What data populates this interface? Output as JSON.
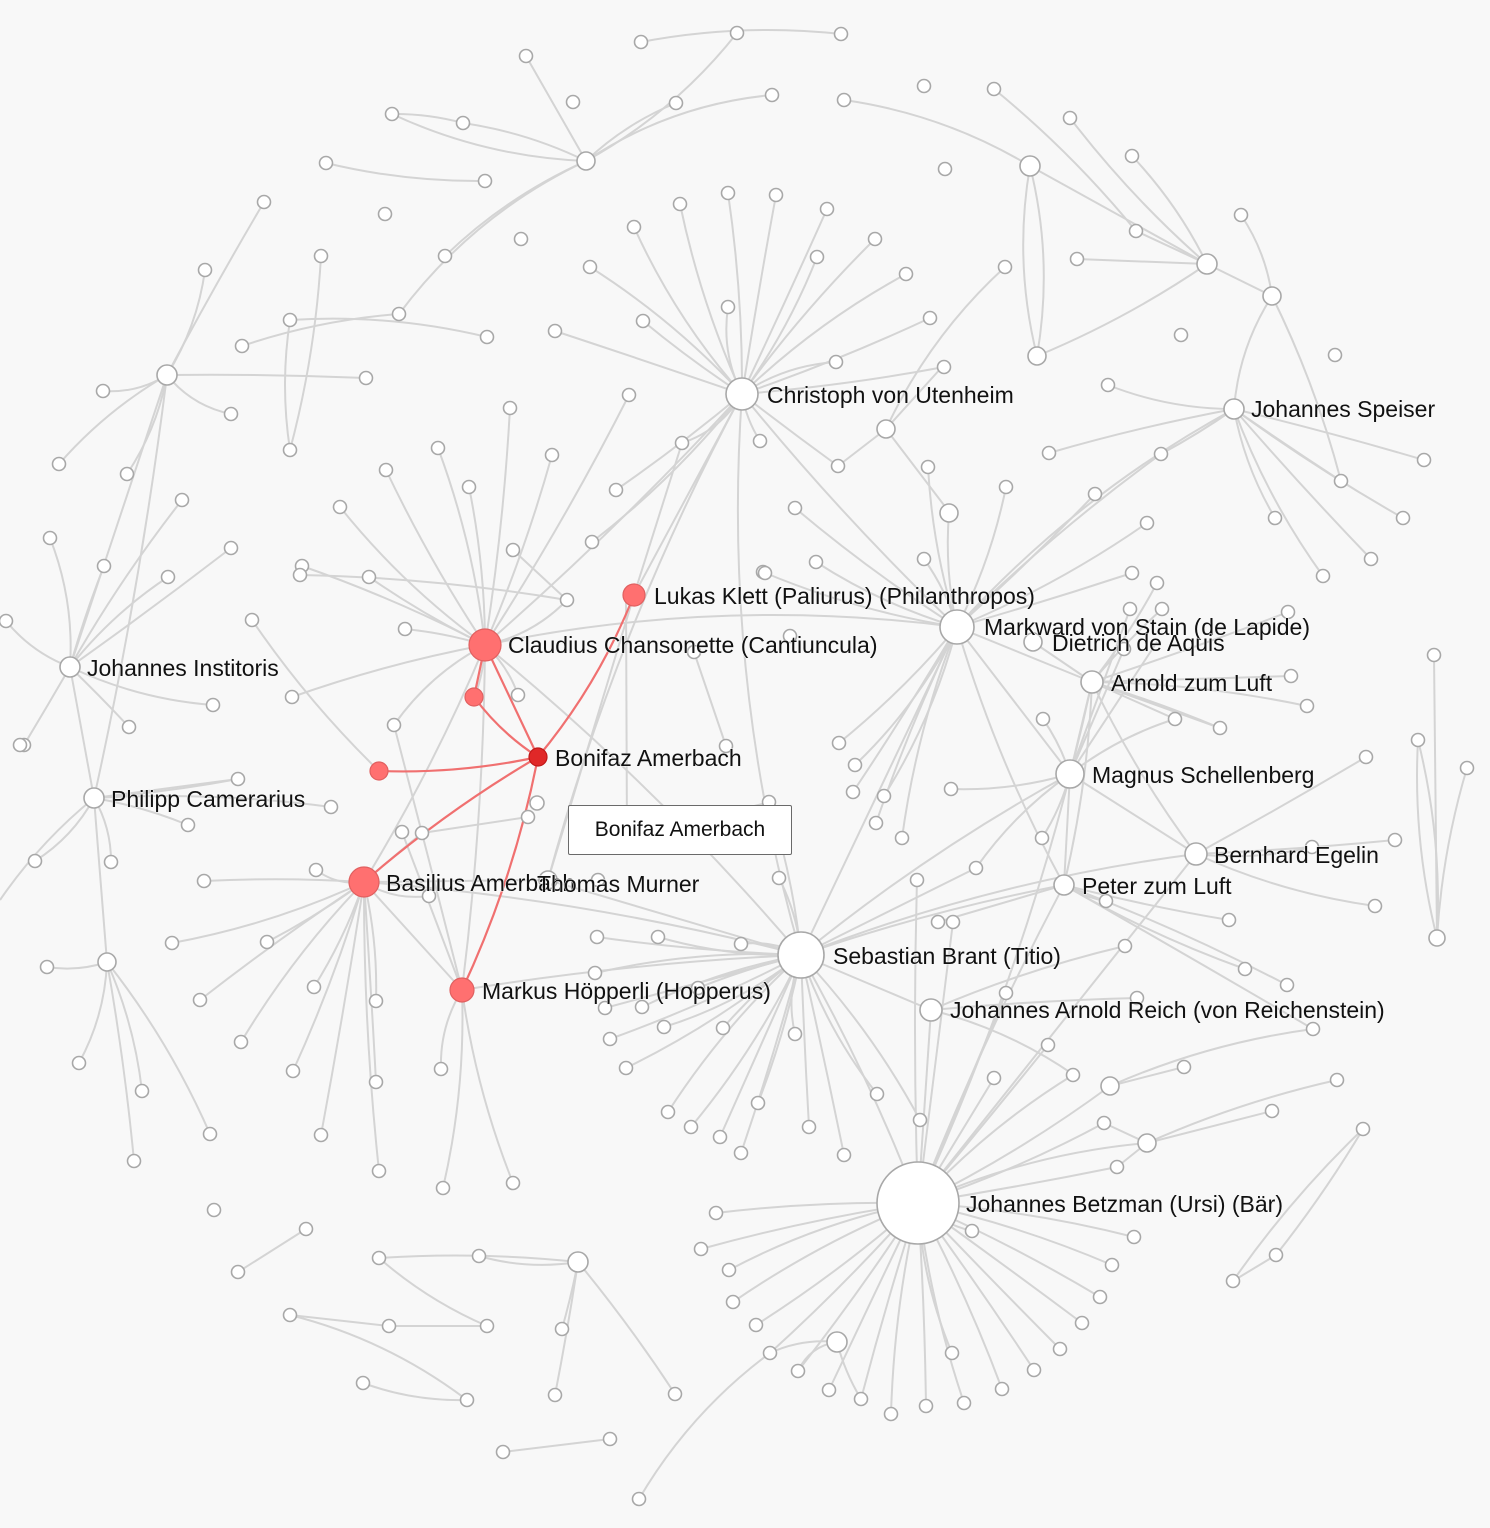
{
  "graph": {
    "highlight_color": "#ff7070",
    "selected_color": "#e02828",
    "selected_node": "Bonifaz Amerbach",
    "labels": [
      "Christoph von Utenheim",
      "Johannes Speiser",
      "Lukas Klett (Paliurus) (Philanthropos)",
      "Markward von Stain (de Lapide)",
      "Dietrich de Aquis",
      "Claudius Chansonette (Cantiuncula)",
      "Johannes Institoris",
      "Arnold zum Luft",
      "Bonifaz Amerbach",
      "Magnus Schellenberg",
      "Philipp Camerarius",
      "Bernhard Egelin",
      "Basilius Amerbach",
      "Thomas Murner",
      "Peter zum Luft",
      "Sebastian Brant (Titio)",
      "Markus Höpperli (Hopperus)",
      "Johannes Arnold Reich (von Reichenstein)",
      "Johannes Betzman (Ursi) (Bär)"
    ]
  },
  "tooltip": {
    "text": "Bonifaz Amerbach"
  }
}
